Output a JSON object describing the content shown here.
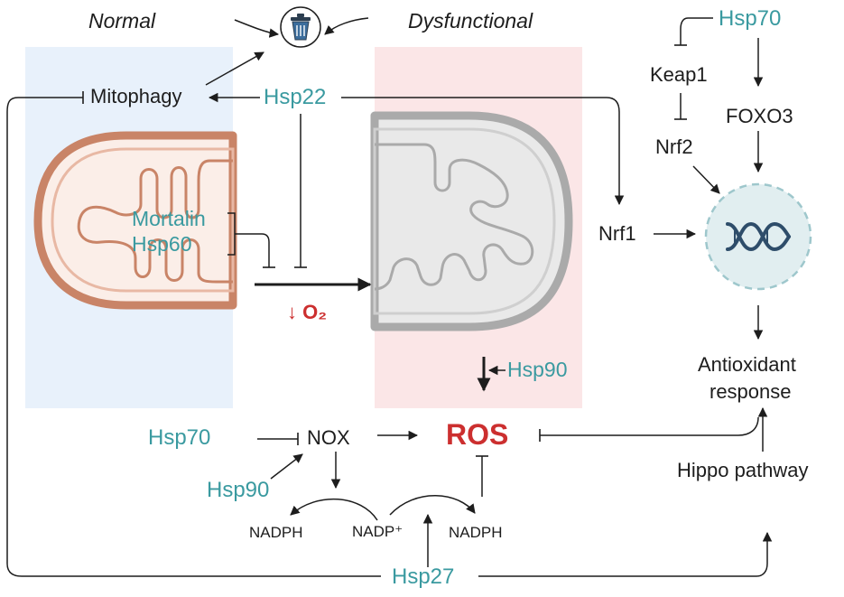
{
  "headers": {
    "normal": "Normal",
    "dysfunctional": "Dysfunctional"
  },
  "icons": {
    "trash": "trash-bin-icon",
    "dna": "dna-icon"
  },
  "colors": {
    "teal": "#3a9aa0",
    "red": "#cc2f2f",
    "normal_panel": "#e8f1fb",
    "dysfunctional_panel": "#fbe6e7",
    "membrane": "#c98467",
    "membrane_dys": "#aaaaaa"
  },
  "nodes": {
    "mitophagy": "Mitophagy",
    "hsp22": "Hsp22",
    "mortalin": "Mortalin",
    "hsp60": "Hsp60",
    "o2": "↓ O₂",
    "hsp90_ros": "Hsp90",
    "hsp70_nox": "Hsp70",
    "nox": "NOX",
    "ros": "ROS",
    "hsp90_nox": "Hsp90",
    "nadph_left": "NADPH",
    "nadp_plus": "NADP⁺",
    "nadph_right": "NADPH",
    "hsp27": "Hsp27",
    "hsp70_top": "Hsp70",
    "keap1": "Keap1",
    "foxo3": "FOXO3",
    "nrf2": "Nrf2",
    "nrf1": "Nrf1",
    "antioxidant_line1": "Antioxidant",
    "antioxidant_line2": "response",
    "hippo": "Hippo pathway"
  }
}
